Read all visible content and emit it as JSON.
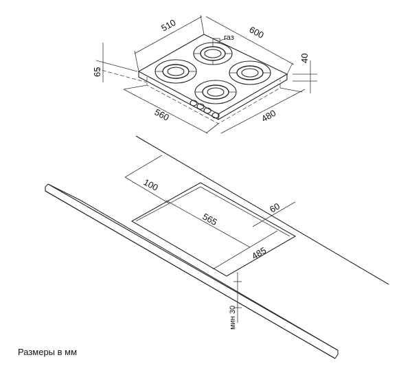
{
  "hob": {
    "width_label": "600",
    "depth_label": "510",
    "height_label": "40",
    "side_label": "65",
    "cutout_width_label": "560",
    "cutout_depth_label": "480",
    "gas_label": "газ"
  },
  "countertop": {
    "back_distance_label": "100",
    "front_distance_label": "60",
    "cutout_width_label": "565",
    "cutout_depth_label": "485",
    "min_thickness_label": "мин 30"
  },
  "caption": "Размеры в мм"
}
